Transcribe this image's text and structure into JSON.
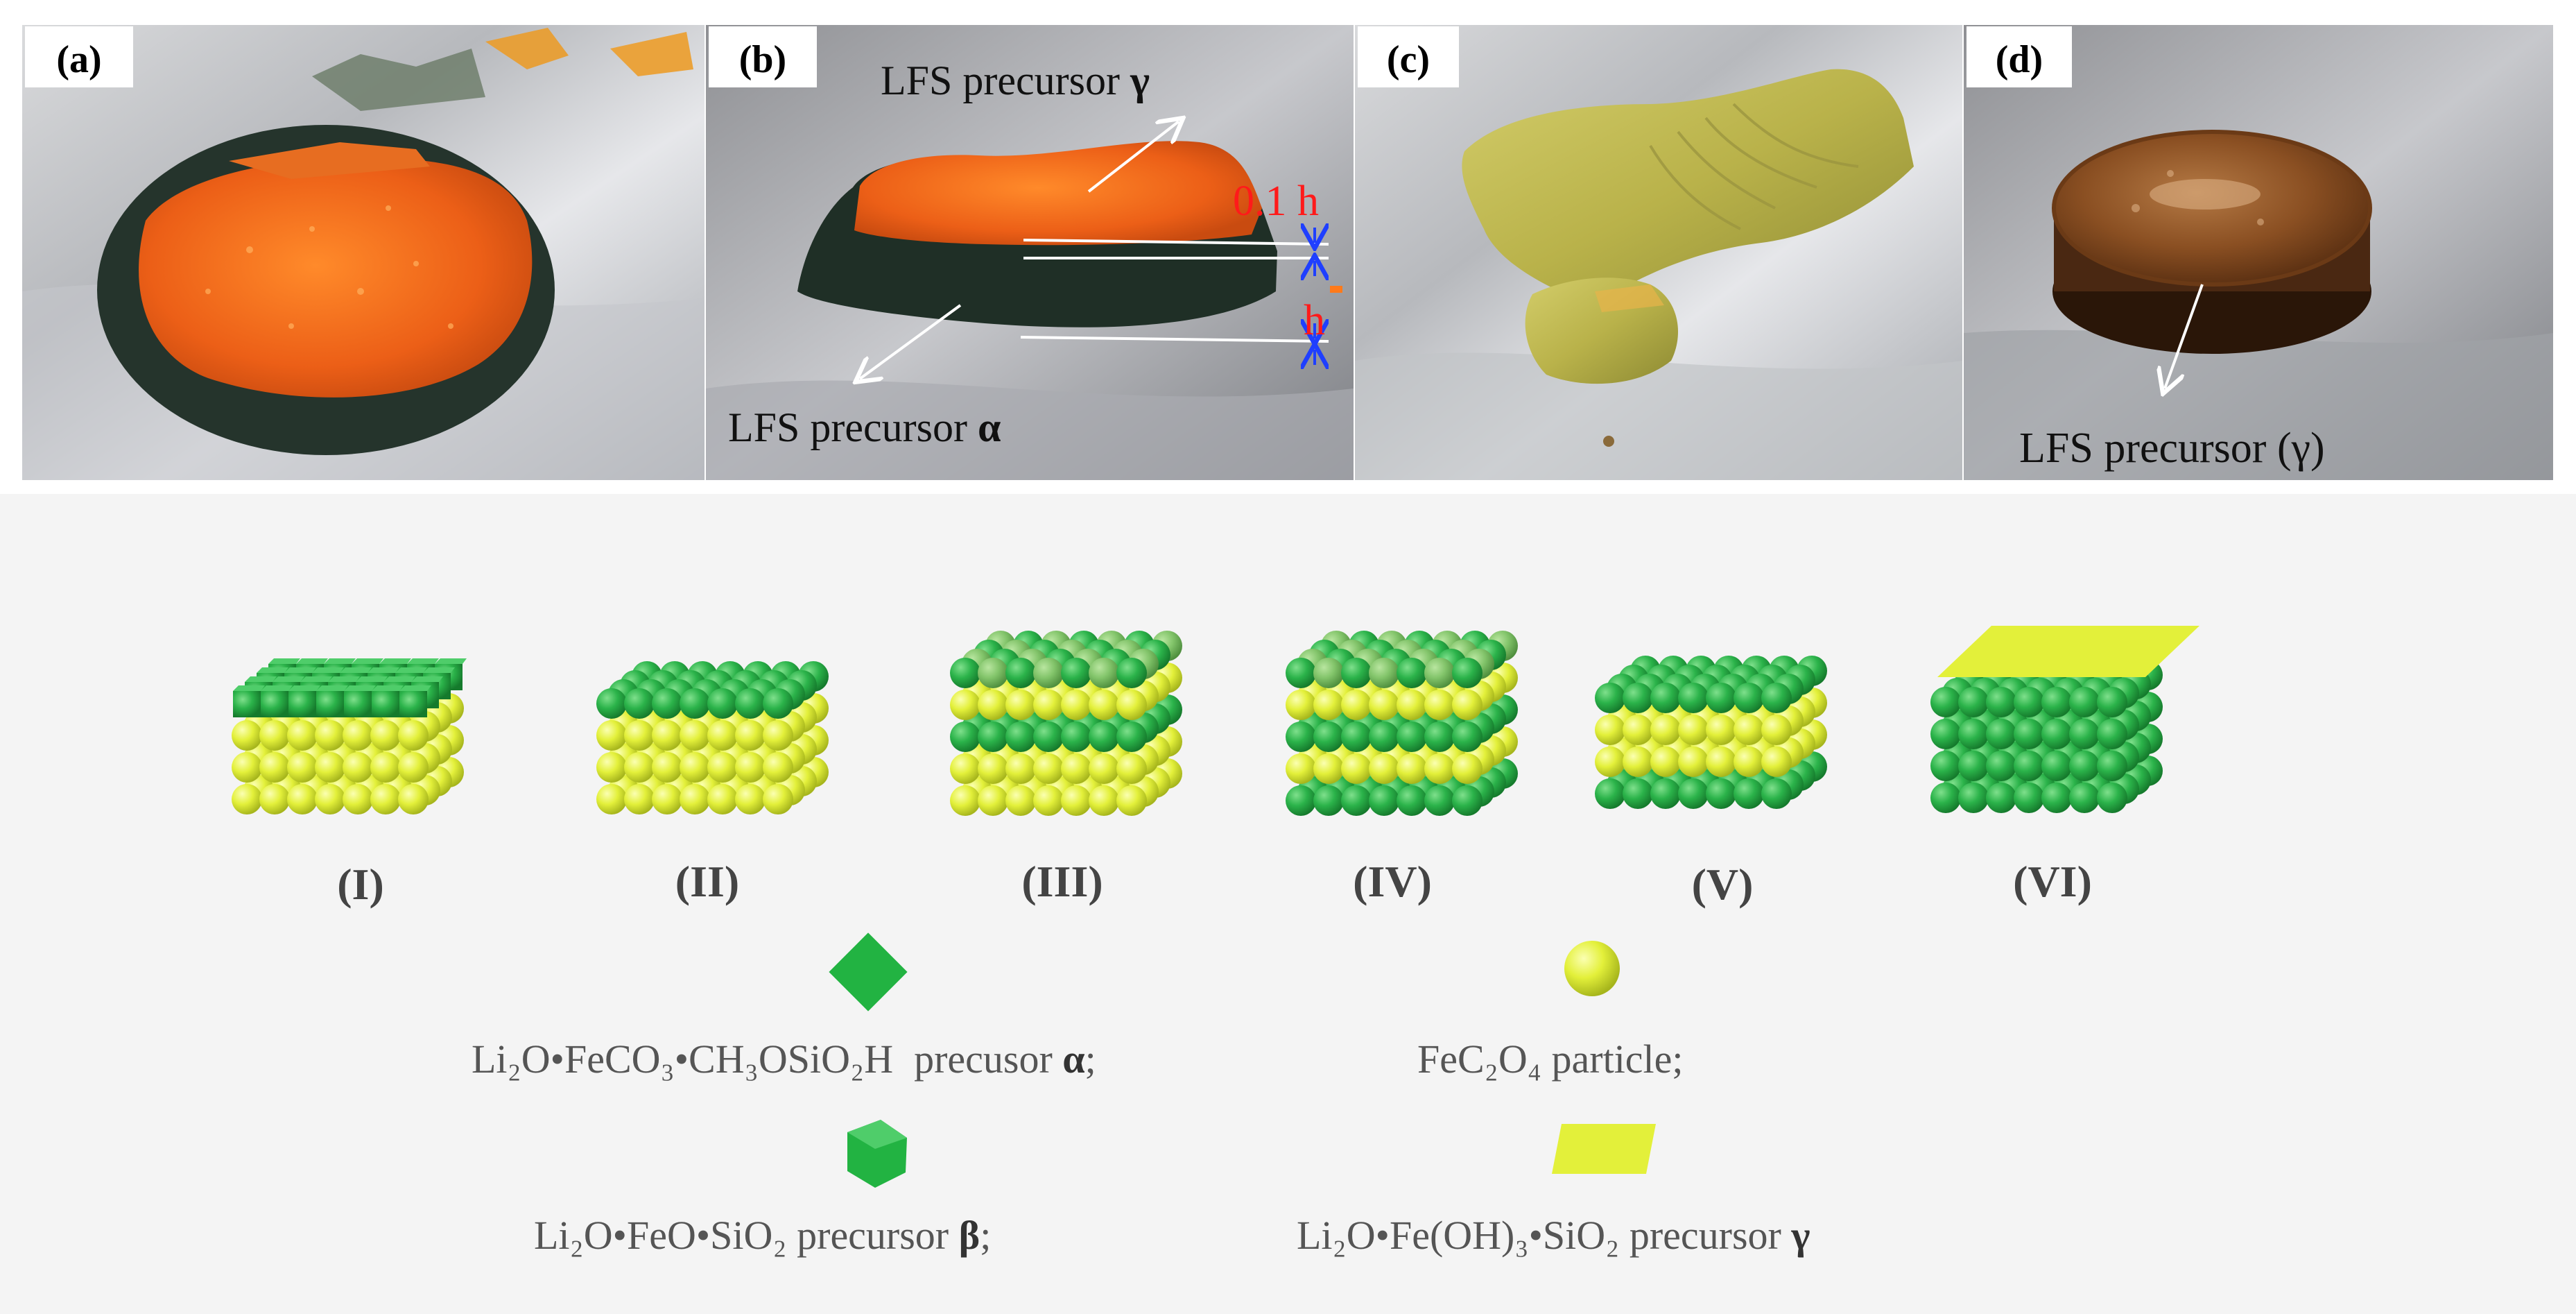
{
  "photos": {
    "a": {
      "label": "(a)"
    },
    "b": {
      "label": "(b)",
      "gamma_pointer": {
        "prefix": "LFS precursor ",
        "greek": "γ"
      },
      "alpha_pointer": {
        "prefix": "LFS precursor ",
        "greek": "α"
      },
      "thin_thickness": "0.1 h",
      "thick_thickness": "h"
    },
    "c": {
      "label": "(c)"
    },
    "d": {
      "label": "(d)",
      "pointer": "LFS precursor (γ)"
    }
  },
  "stages": [
    "(I)",
    "(II)",
    "(III)",
    "(IV)",
    "(V)",
    "(VI)"
  ],
  "legend": {
    "alpha": {
      "text": "Li₂O•FeCO₃•CH₃OSiO₂H",
      "suffix": "precusor ",
      "greek": "α",
      "end": ";"
    },
    "particle": {
      "text": "FeC₂O₄",
      "suffix": " particle;"
    },
    "beta": {
      "text": "Li₂O•FeO•SiO₂",
      "suffix": " precursor ",
      "greek": "β",
      "end": ";"
    },
    "gamma": {
      "text": "Li₂O•Fe(OH)₃•SiO₂",
      "suffix": " precursor ",
      "greek": "γ"
    }
  },
  "colors": {
    "yellow_sphere": "#e3f03a",
    "green_sphere": "#2bb34a",
    "dark_green": "#1e8f38",
    "orange_layer": "#ef6a1c",
    "dark_disc": "#25342c",
    "red_annotation": "#ff1a1a",
    "blue_arrow": "#1f3fff"
  }
}
